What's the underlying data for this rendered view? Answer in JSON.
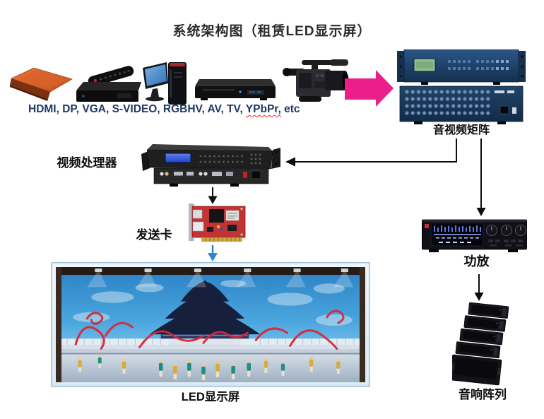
{
  "diagram": {
    "title": "系统架构图（租赁LED显示屏）",
    "source_group": {
      "devices": [
        {
          "name": "laptop"
        },
        {
          "name": "set-top-box-with-remote"
        },
        {
          "name": "desktop-pc"
        },
        {
          "name": "dvd-player"
        },
        {
          "name": "video-camera"
        }
      ],
      "interfaces": {
        "prefix": "HDMI, DP, VGA, S-VIDEO, RGBHV, AV, TV, ",
        "spellchecked": "YPbPr,",
        "suffix": " etc"
      }
    },
    "nodes": {
      "matrix": "音视频矩阵",
      "video_processor": "视频处理器",
      "sending_card": "发送卡",
      "led_screen": "LED显示屏",
      "amplifier": "功放",
      "speaker_array": "音响阵列"
    },
    "colors": {
      "flow_arrow_pink": "#EC1E8C",
      "connector_arrow": "#0d0d0d",
      "led_link_arrow": "#2F86D6",
      "interface_text": "#1F3864",
      "spellcheck_underline": "#FF2020",
      "matrix_chassis": "#1d3a63",
      "lcd_green": "#8fc08f",
      "lcd_blue": "#2a52d8",
      "sending_card_pcb": "#c23434"
    }
  }
}
